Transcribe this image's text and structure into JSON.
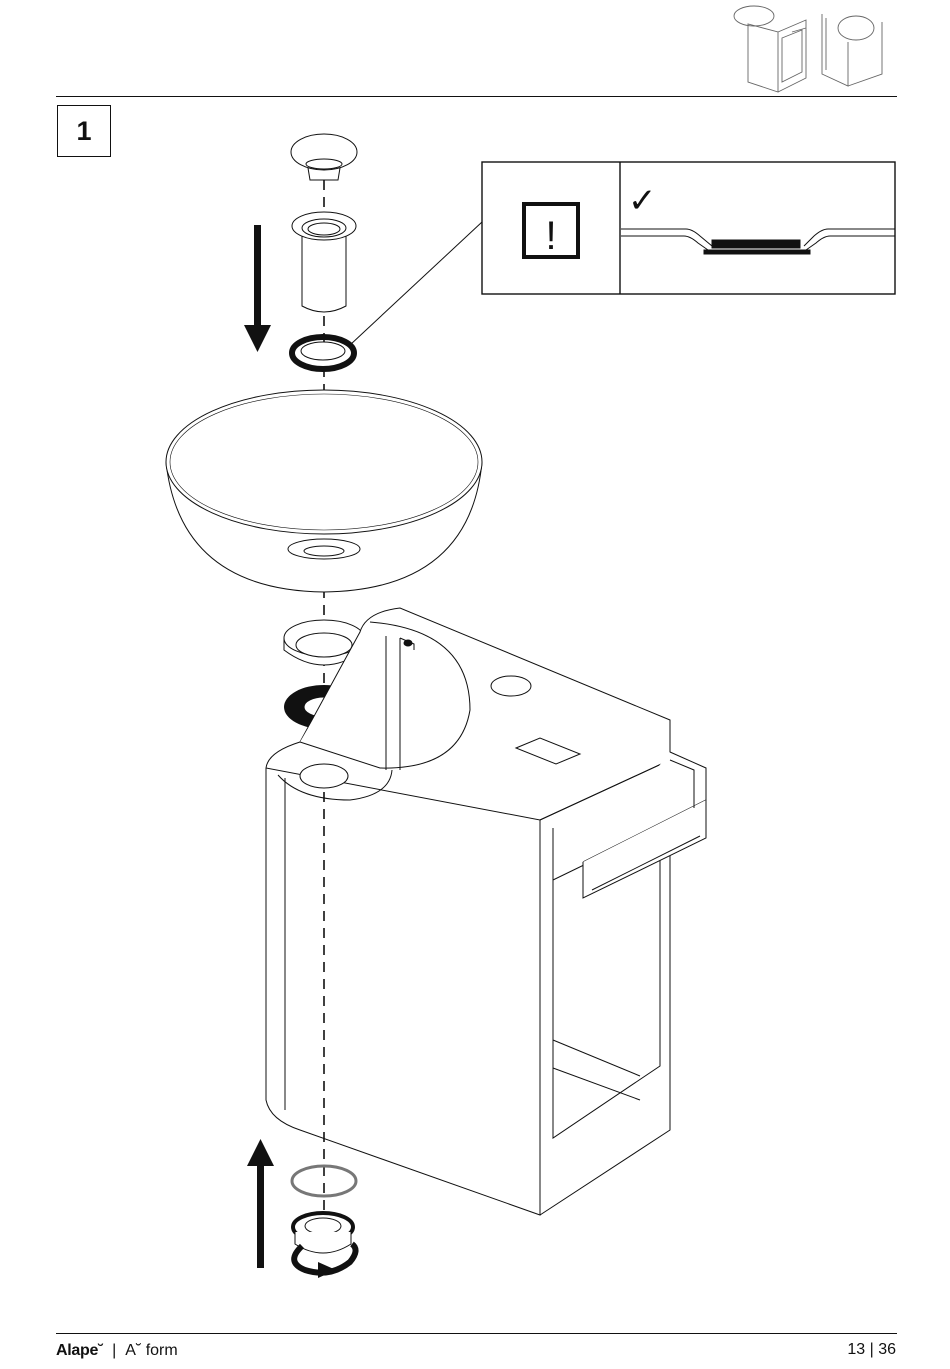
{
  "header": {
    "step_number": "1",
    "thumbnail_icons": [
      "vanity-unit-left-icon",
      "vanity-unit-right-icon"
    ]
  },
  "detail": {
    "warning_icon": "exclamation-box-icon",
    "check_icon": "check-mark-icon",
    "warning_glyph": "!",
    "check_glyph": "✓"
  },
  "illustration": {
    "arrow_icons": [
      "arrow-down-icon",
      "arrow-up-icon",
      "rotate-clockwise-icon"
    ]
  },
  "footer": {
    "brand": "Alape˘",
    "separator": "|",
    "product": "A˘ form",
    "page": "13 | 36"
  },
  "colors": {
    "ink": "#111111",
    "background": "#ffffff",
    "light_line": "#777777"
  }
}
